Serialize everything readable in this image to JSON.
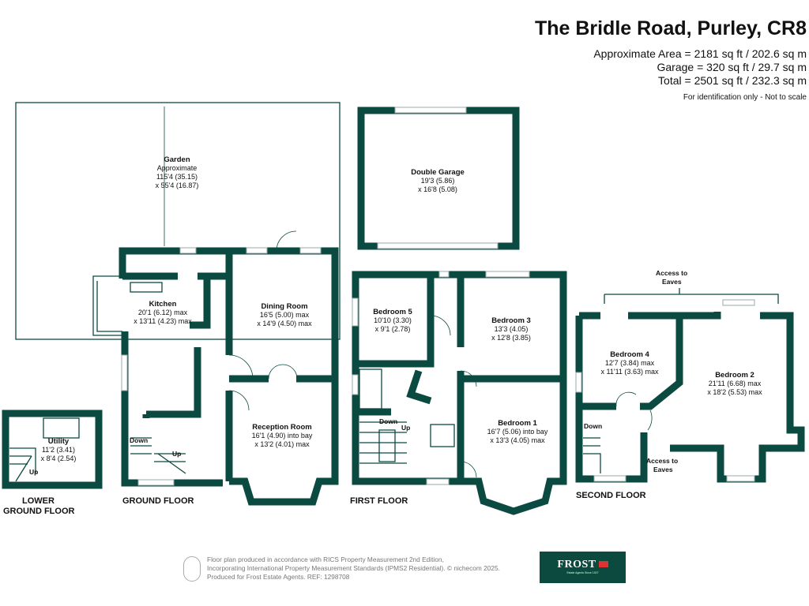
{
  "header": {
    "title": "The Bridle Road, Purley, CR8",
    "area": "Approximate Area = 2181 sq ft / 202.6 sq m",
    "garage": "Garage = 320 sq ft / 29.7 sq m",
    "total": "Total = 2501 sq ft / 232.3 sq m",
    "note": "For identification only - Not to scale"
  },
  "colors": {
    "walls": "#0b4a40",
    "logo_bg": "#0c4a40"
  },
  "garden": {
    "name": "Garden",
    "l1": "Approximate",
    "l2": "115'4 (35.15)",
    "l3": "x 55'4 (16.87)"
  },
  "garage": {
    "name": "Double Garage",
    "l1": "19'3 (5.86)",
    "l2": "x 16'8 (5.08)"
  },
  "lower_ground": {
    "label1": "LOWER",
    "label2": "GROUND FLOOR",
    "utility": {
      "name": "Utility",
      "l1": "11'2 (3.41)",
      "l2": "x 8'4 (2.54)"
    },
    "up": "Up"
  },
  "ground": {
    "label": "GROUND FLOOR",
    "kitchen": {
      "name": "Kitchen",
      "l1": "20'1 (6.12) max",
      "l2": "x 13'11 (4.23) max"
    },
    "dining": {
      "name": "Dining Room",
      "l1": "16'5 (5.00) max",
      "l2": "x 14'9 (4.50) max"
    },
    "reception": {
      "name": "Reception Room",
      "l1": "16'1 (4.90) into bay",
      "l2": "x 13'2 (4.01) max"
    },
    "down": "Down",
    "up": "Up"
  },
  "first": {
    "label": "FIRST FLOOR",
    "bed5": {
      "name": "Bedroom 5",
      "l1": "10'10 (3.30)",
      "l2": "x 9'1 (2.78)"
    },
    "bed3": {
      "name": "Bedroom 3",
      "l1": "13'3 (4.05)",
      "l2": "x 12'8 (3.85)"
    },
    "bed1": {
      "name": "Bedroom 1",
      "l1": "16'7 (5.06) into bay",
      "l2": "x 13'3 (4.05) max"
    },
    "down": "Down",
    "up": "Up"
  },
  "second": {
    "label": "SECOND FLOOR",
    "bed4": {
      "name": "Bedroom 4",
      "l1": "12'7 (3.84) max",
      "l2": "x 11'11 (3.63) max"
    },
    "bed2": {
      "name": "Bedroom 2",
      "l1": "21'11 (6.68) max",
      "l2": "x 18'2 (5.53) max"
    },
    "eaves_top1": "Access to",
    "eaves_top2": "Eaves",
    "eaves_bot1": "Access to",
    "eaves_bot2": "Eaves",
    "down": "Down"
  },
  "footer": {
    "line1": "Floor plan produced in accordance with RICS Property Measurement 2nd Edition,",
    "line2": "Incorporating International Property Measurement Standards (IPMS2 Residential).   © nichecom 2025.",
    "line3": "Produced for Frost Estate Agents.   REF:  1298708"
  },
  "logo": {
    "brand": "FROST",
    "tagline": "Estate Agents Since 1927"
  }
}
